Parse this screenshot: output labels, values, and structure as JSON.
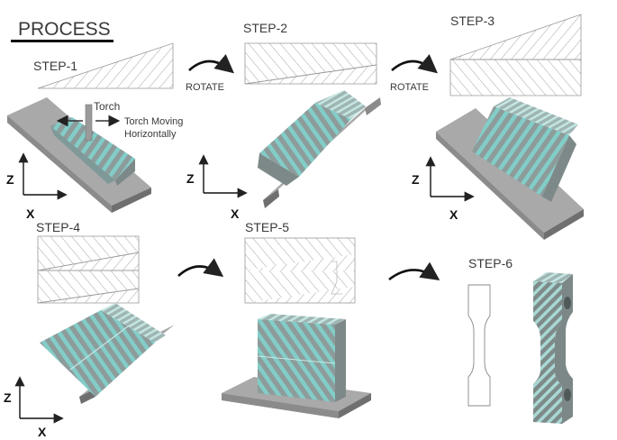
{
  "title": "PROCESS",
  "steps": {
    "step1": "STEP-1",
    "step2": "STEP-2",
    "step3": "STEP-3",
    "step4": "STEP-4",
    "step5": "STEP-5",
    "step6": "STEP-6"
  },
  "rotate_label": "ROTATE",
  "torch_label": "Torch",
  "torch_moving_line1": "Torch Moving",
  "torch_moving_line2": "Horizontally",
  "axes": {
    "z": "Z",
    "x": "X"
  },
  "colors": {
    "plate_top": "#a9a9a9",
    "plate_side": "#6f6f6f",
    "deposit_teal": "#7fc3c0",
    "deposit_grey": "#8a8a8a",
    "hatch": "#8c8c8c",
    "title_underline": "#111111"
  },
  "icons": [
    "rotate-arrow-icon",
    "torch-arrow-icon",
    "axis-icon"
  ]
}
